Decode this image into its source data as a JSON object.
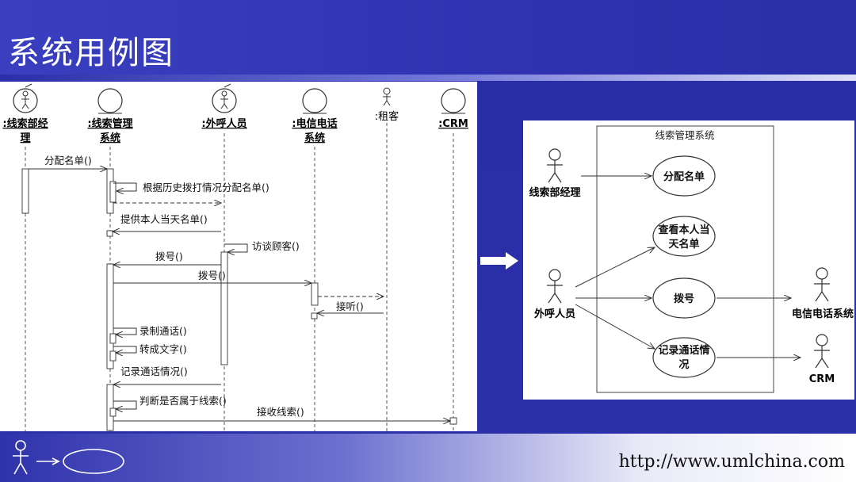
{
  "slide": {
    "title": "系统用例图",
    "footer_url": "http://www.umlchina.com"
  },
  "sequence": {
    "lifelines": [
      {
        "name": ":线索部经",
        "name2": "理",
        "icon": "actor-boundary-icon"
      },
      {
        "name": ":线索管理",
        "name2": "系统",
        "icon": "entity-icon"
      },
      {
        "name": ":外呼人员",
        "name2": "",
        "icon": "actor-boundary-icon"
      },
      {
        "name": ":电信电话",
        "name2": "系统",
        "icon": "entity-icon"
      },
      {
        "name": ":租客",
        "name2": "",
        "icon": "actor-icon"
      },
      {
        "name": ":CRM",
        "name2": "",
        "icon": "entity-icon"
      }
    ],
    "messages": [
      "分配名单()",
      "根据历史拨打情况分配名单()",
      "提供本人当天名单()",
      "访谈顾客()",
      "拨号()",
      "拨号()",
      "接听()",
      "录制通话()",
      "转成文字()",
      "记录通话情况()",
      "判断是否属于线索()",
      "接收线索()"
    ]
  },
  "usecase": {
    "system_name": "线索管理系统",
    "actors": [
      "线索部经理",
      "外呼人员",
      "电信电话系统",
      "CRM"
    ],
    "usecases": [
      {
        "line1": "分配名单",
        "line2": ""
      },
      {
        "line1": "查看本人当",
        "line2": "天名单"
      },
      {
        "line1": "拨号",
        "line2": ""
      },
      {
        "line1": "记录通话情",
        "line2": "况"
      }
    ]
  }
}
